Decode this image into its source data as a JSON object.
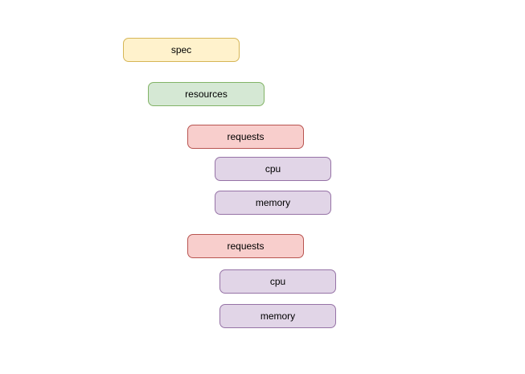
{
  "diagram": {
    "background_color": "#ffffff",
    "text_color": "#000000",
    "palette": {
      "yellow": {
        "fill": "#fff2cc",
        "stroke": "#d6b656"
      },
      "green": {
        "fill": "#d5e8d4",
        "stroke": "#82b366"
      },
      "red": {
        "fill": "#f8cecc",
        "stroke": "#b85450"
      },
      "purple": {
        "fill": "#e1d5e7",
        "stroke": "#9673a6"
      }
    },
    "nodes": [
      {
        "label": "spec",
        "color": "yellow"
      },
      {
        "label": "resources",
        "color": "green"
      },
      {
        "label": "requests",
        "color": "red"
      },
      {
        "label": "cpu",
        "color": "purple"
      },
      {
        "label": "memory",
        "color": "purple"
      },
      {
        "label": "requests",
        "color": "red"
      },
      {
        "label": "cpu",
        "color": "purple"
      },
      {
        "label": "memory",
        "color": "purple"
      }
    ]
  }
}
